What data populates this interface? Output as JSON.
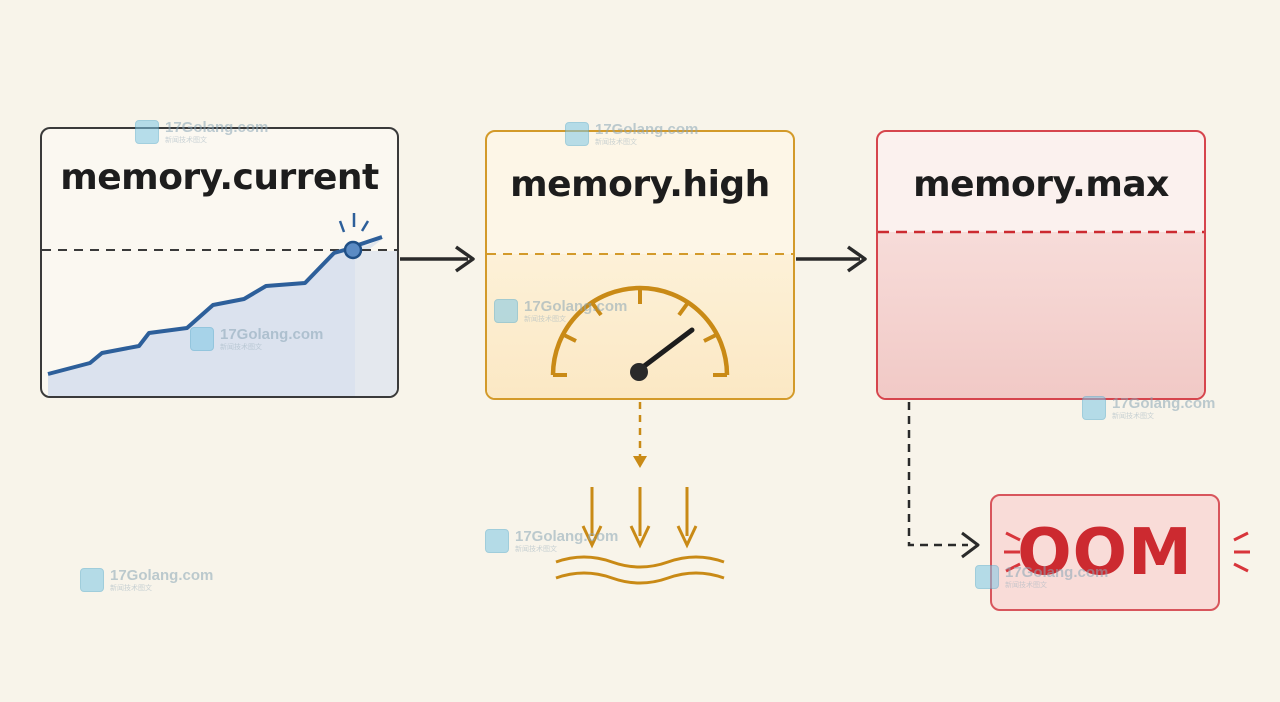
{
  "boxes": {
    "current": {
      "title": "memory.current",
      "border_color": "#3a3a3a"
    },
    "high": {
      "title": "memory.high",
      "border_color": "#d39a2a"
    },
    "max": {
      "title": "memory.max",
      "border_color": "#d6454d"
    },
    "oom": {
      "label": "OOM",
      "border_color": "#d8555c"
    }
  },
  "icons": [
    "rising-usage-chart-icon",
    "gauge-icon",
    "pressure-arrows-icon",
    "burst-icon"
  ],
  "watermark": {
    "text": "17Golang.com",
    "subtext": "新闻技术图文"
  },
  "colors": {
    "background": "#f8f4ea",
    "accent_blue": "#2d5f9a",
    "accent_amber": "#d39a2a",
    "accent_red": "#cc2a30"
  }
}
